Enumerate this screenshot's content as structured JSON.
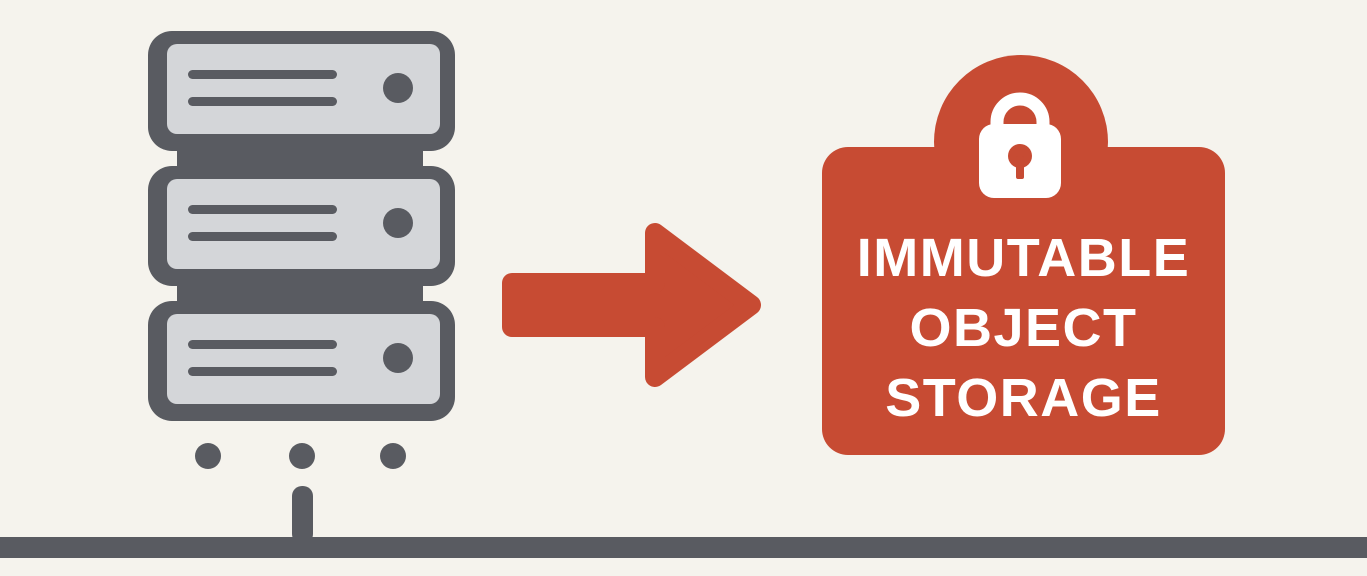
{
  "badge": {
    "lines": [
      "IMMUTABLE",
      "OBJECT",
      "STORAGE"
    ]
  },
  "icons": {
    "server_stack": "server-stack-icon",
    "arrow": "arrow-right-icon",
    "lock": "lock-icon",
    "network_bus": "network-bus-line"
  },
  "colors": {
    "background": "#F5F3ED",
    "dark_gray": "#595B61",
    "light_gray": "#D4D6D9",
    "accent_red": "#C74B33",
    "text_on_accent": "#FFFFFF"
  }
}
